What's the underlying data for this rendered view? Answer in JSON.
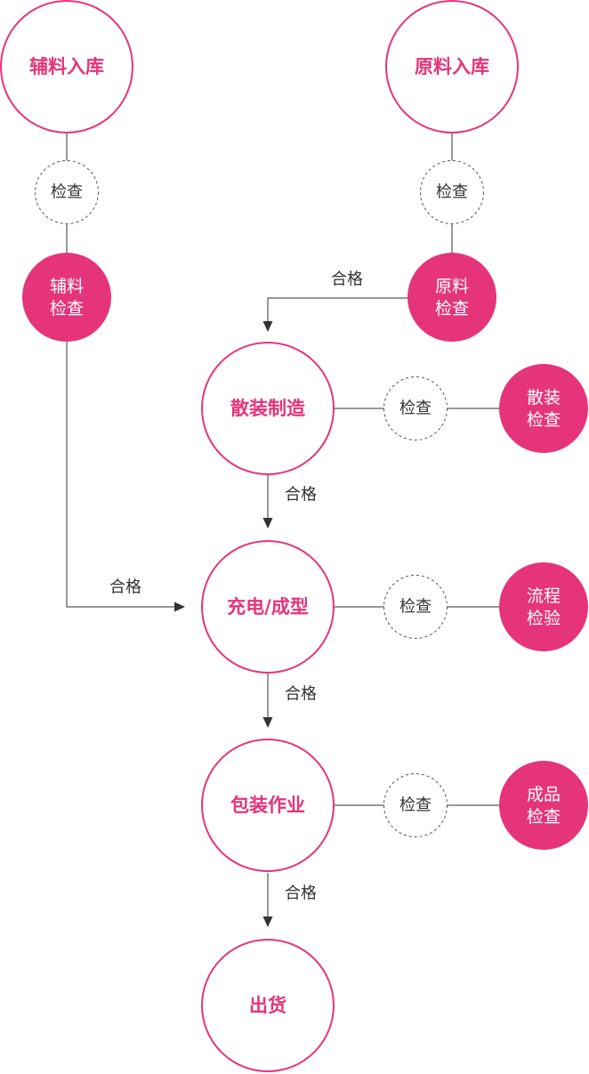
{
  "nodes": {
    "aux_stock": "辅料入库",
    "raw_stock": "原料入库",
    "bulk_manufacture": "散装制造",
    "fill_forming": "充电/成型",
    "packaging": "包装作业",
    "shipping": "出货"
  },
  "checks": {
    "aux_check": "检查",
    "raw_check": "检查",
    "bulk_check": "检查",
    "fill_check": "检查",
    "pack_check": "检查"
  },
  "inspections": {
    "aux_inspection": [
      "辅料",
      "检查"
    ],
    "raw_inspection": [
      "原料",
      "检查"
    ],
    "bulk_inspection": [
      "散装",
      "检查"
    ],
    "process_inspection": [
      "流程",
      "检验"
    ],
    "product_inspection": [
      "成品",
      "检查"
    ]
  },
  "flow_labels": {
    "raw_pass": "合格",
    "bulk_pass": "合格",
    "aux_pass": "合格",
    "fill_pass": "合格",
    "pack_pass": "合格"
  },
  "colors": {
    "accent": "#e6347a",
    "line": "#333333",
    "dashed": "#555555"
  }
}
